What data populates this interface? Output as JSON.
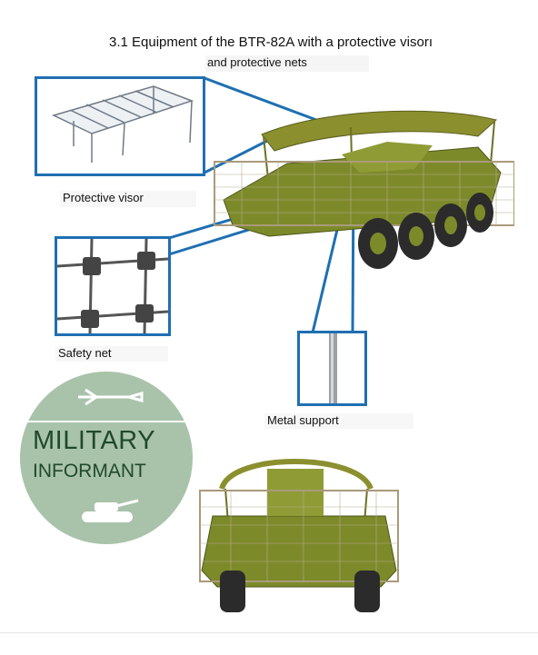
{
  "header": {
    "title_line1": "3.1 Equipment of the BTR-82A with a protective visorı",
    "title_line2": "and protective nets"
  },
  "callouts": {
    "visor_label": "Protective visor",
    "net_label": "Safety net",
    "support_label": "Metal support"
  },
  "logo": {
    "line1": "MILITARY",
    "line2": "INFORMANT"
  },
  "colors": {
    "callout_blue": "#1f6fb2",
    "vehicle_olive": "#7d8a2a",
    "logo_green": "#a7bfa7",
    "logo_text": "#1f4a2a"
  }
}
